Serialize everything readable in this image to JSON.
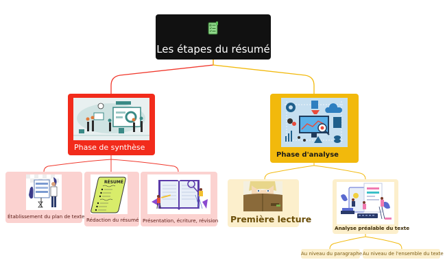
{
  "mindmap": {
    "root": {
      "title": "Les étapes du résumé",
      "icon": "checklist-scroll-icon",
      "bg": "#111111"
    },
    "branches": [
      {
        "label": "Phase de synthèse",
        "color": "#f22b1b",
        "image": "team-presentation-illustration",
        "children": [
          {
            "label": "Établissement du plan de texte",
            "image": "planning-board-illustration"
          },
          {
            "label": "Rédaction du résumé",
            "image": "resume-paper-illustration"
          },
          {
            "label": "Présentation, écriture, révision",
            "image": "open-book-illustration"
          }
        ]
      },
      {
        "label": "Phase d'analyse",
        "color": "#f2b90c",
        "image": "data-analysis-illustration",
        "children": [
          {
            "label": "Première lecture",
            "image": "reading-boy-illustration"
          },
          {
            "label": "Analyse préalable du texte",
            "image": "text-analysis-illustration",
            "children": [
              {
                "label": "Au niveau du paragraphe"
              },
              {
                "label": "Au niveau de l'ensemble du texte"
              }
            ]
          }
        ]
      }
    ]
  },
  "colors": {
    "synthesis_line": "#f0362a",
    "analysis_line": "#f2b90c",
    "synthesis_sub_bg": "#fbd2d0",
    "analysis_sub_bg": "#fcefcc",
    "synthesis_sub_text": "#7a1a10",
    "analysis_sub_text": "#6b4e08"
  }
}
